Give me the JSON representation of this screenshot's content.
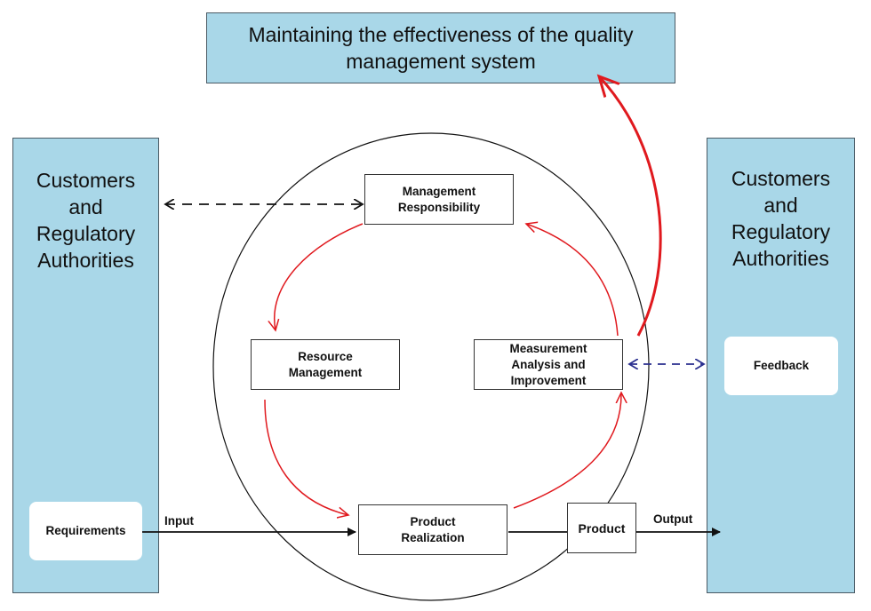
{
  "top_box": {
    "text": "Maintaining the effectiveness of the quality management system"
  },
  "left_panel": {
    "title_lines": [
      "Customers",
      "and",
      "Regulatory",
      "Authorities"
    ],
    "requirements": "Requirements"
  },
  "right_panel": {
    "title_lines": [
      "Customers",
      "and",
      "Regulatory",
      "Authorities"
    ],
    "feedback": "Feedback"
  },
  "process": {
    "management_responsibility": [
      "Management",
      "Responsibility"
    ],
    "resource_management": [
      "Resource",
      "Management"
    ],
    "measurement": [
      "Measurement",
      "Analysis and",
      "Improvement"
    ],
    "product_realization": [
      "Product",
      "Realization"
    ],
    "product": "Product"
  },
  "labels": {
    "input": "Input",
    "output": "Output"
  },
  "colors": {
    "panel": "#a9d7e8",
    "red_arrow": "#e0191e",
    "blue_arrow": "#2a2f8f",
    "black": "#111111"
  }
}
